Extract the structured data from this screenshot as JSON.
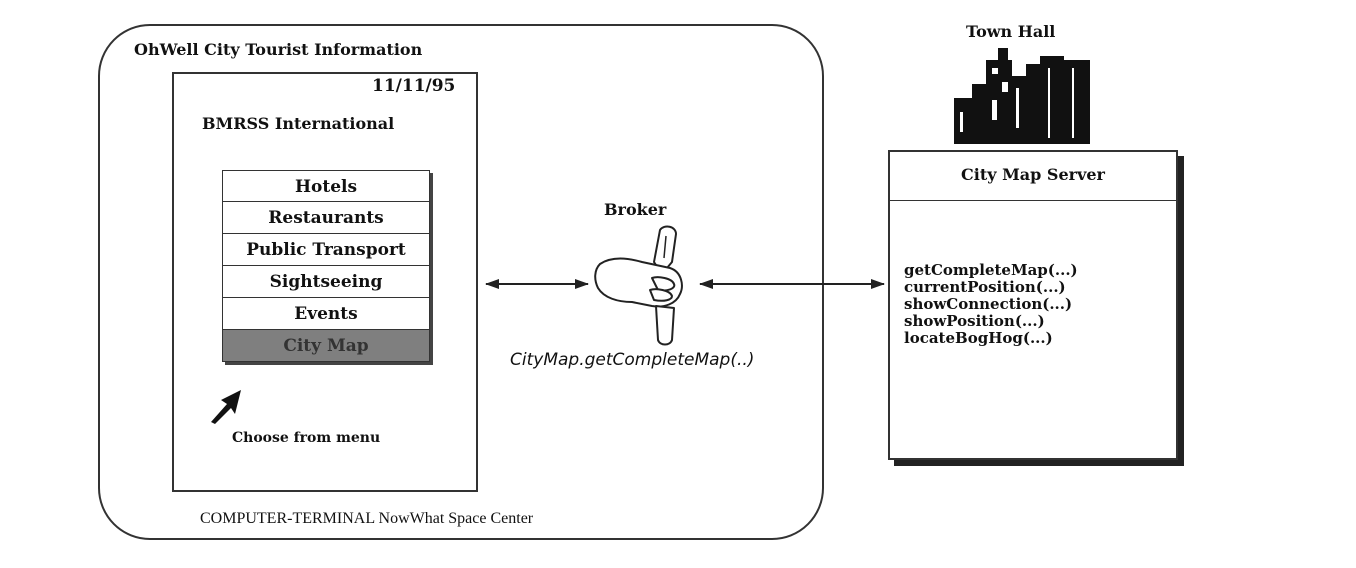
{
  "header": {
    "title": ""
  },
  "terminal": {
    "title": "OhWell City Tourist Information",
    "footer": "COMPUTER-TERMINAL NowWhat Space Center",
    "screen": {
      "date": "11/11/95",
      "company": "BMRSS International",
      "menu": [
        {
          "label": "Hotels",
          "selected": false
        },
        {
          "label": "Restaurants",
          "selected": false
        },
        {
          "label": "Public Transport",
          "selected": false
        },
        {
          "label": "Sightseeing",
          "selected": false
        },
        {
          "label": "Events",
          "selected": false
        },
        {
          "label": "City Map",
          "selected": true
        }
      ],
      "hint": "Choose from menu"
    }
  },
  "broker": {
    "label": "Broker",
    "call": "CityMap.getCompleteMap(..)"
  },
  "server_side": {
    "building_label": "Town Hall",
    "server_title": "City Map Server",
    "methods": [
      "getCompleteMap(...)",
      "currentPosition(...)",
      "showConnection(...)",
      "showPosition(...)",
      "locateBogHog(...)"
    ]
  },
  "colors": {
    "ink": "#111111",
    "selected_menu": "#7f7f7f",
    "background": "#ffffff"
  }
}
